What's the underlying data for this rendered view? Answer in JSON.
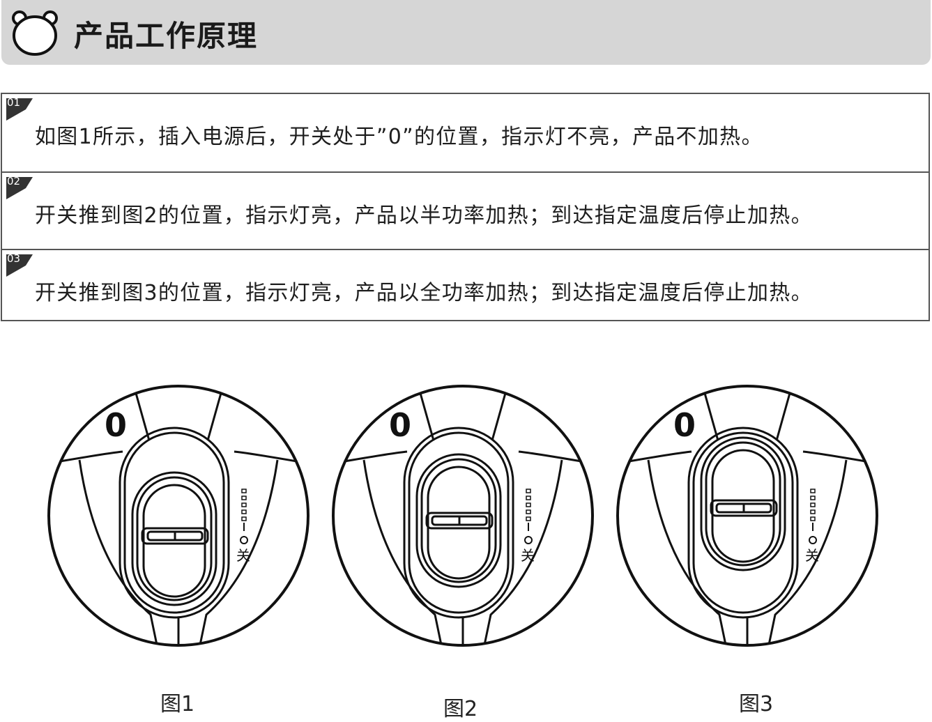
{
  "header": {
    "title": "产品工作原理",
    "icon": "bear-head-icon"
  },
  "steps": [
    {
      "num": "01",
      "text": "如图1所示，插入电源后，开关处于”0”的位置，指示灯不亮，产品不加热。"
    },
    {
      "num": "02",
      "text": "开关推到图2的位置，指示灯亮，产品以半功率加热；到达指定温度后停止加热。"
    },
    {
      "num": "03",
      "text": "开关推到图3的位置，指示灯亮，产品以全功率加热；到达指定温度后停止加热。"
    }
  ],
  "figures": [
    {
      "caption": "图1",
      "dial_label": "0",
      "switch_label": "关",
      "slider_position": "bottom"
    },
    {
      "caption": "图2",
      "dial_label": "0",
      "switch_label": "关",
      "slider_position": "middle"
    },
    {
      "caption": "图3",
      "dial_label": "0",
      "switch_label": "关",
      "slider_position": "top"
    }
  ]
}
